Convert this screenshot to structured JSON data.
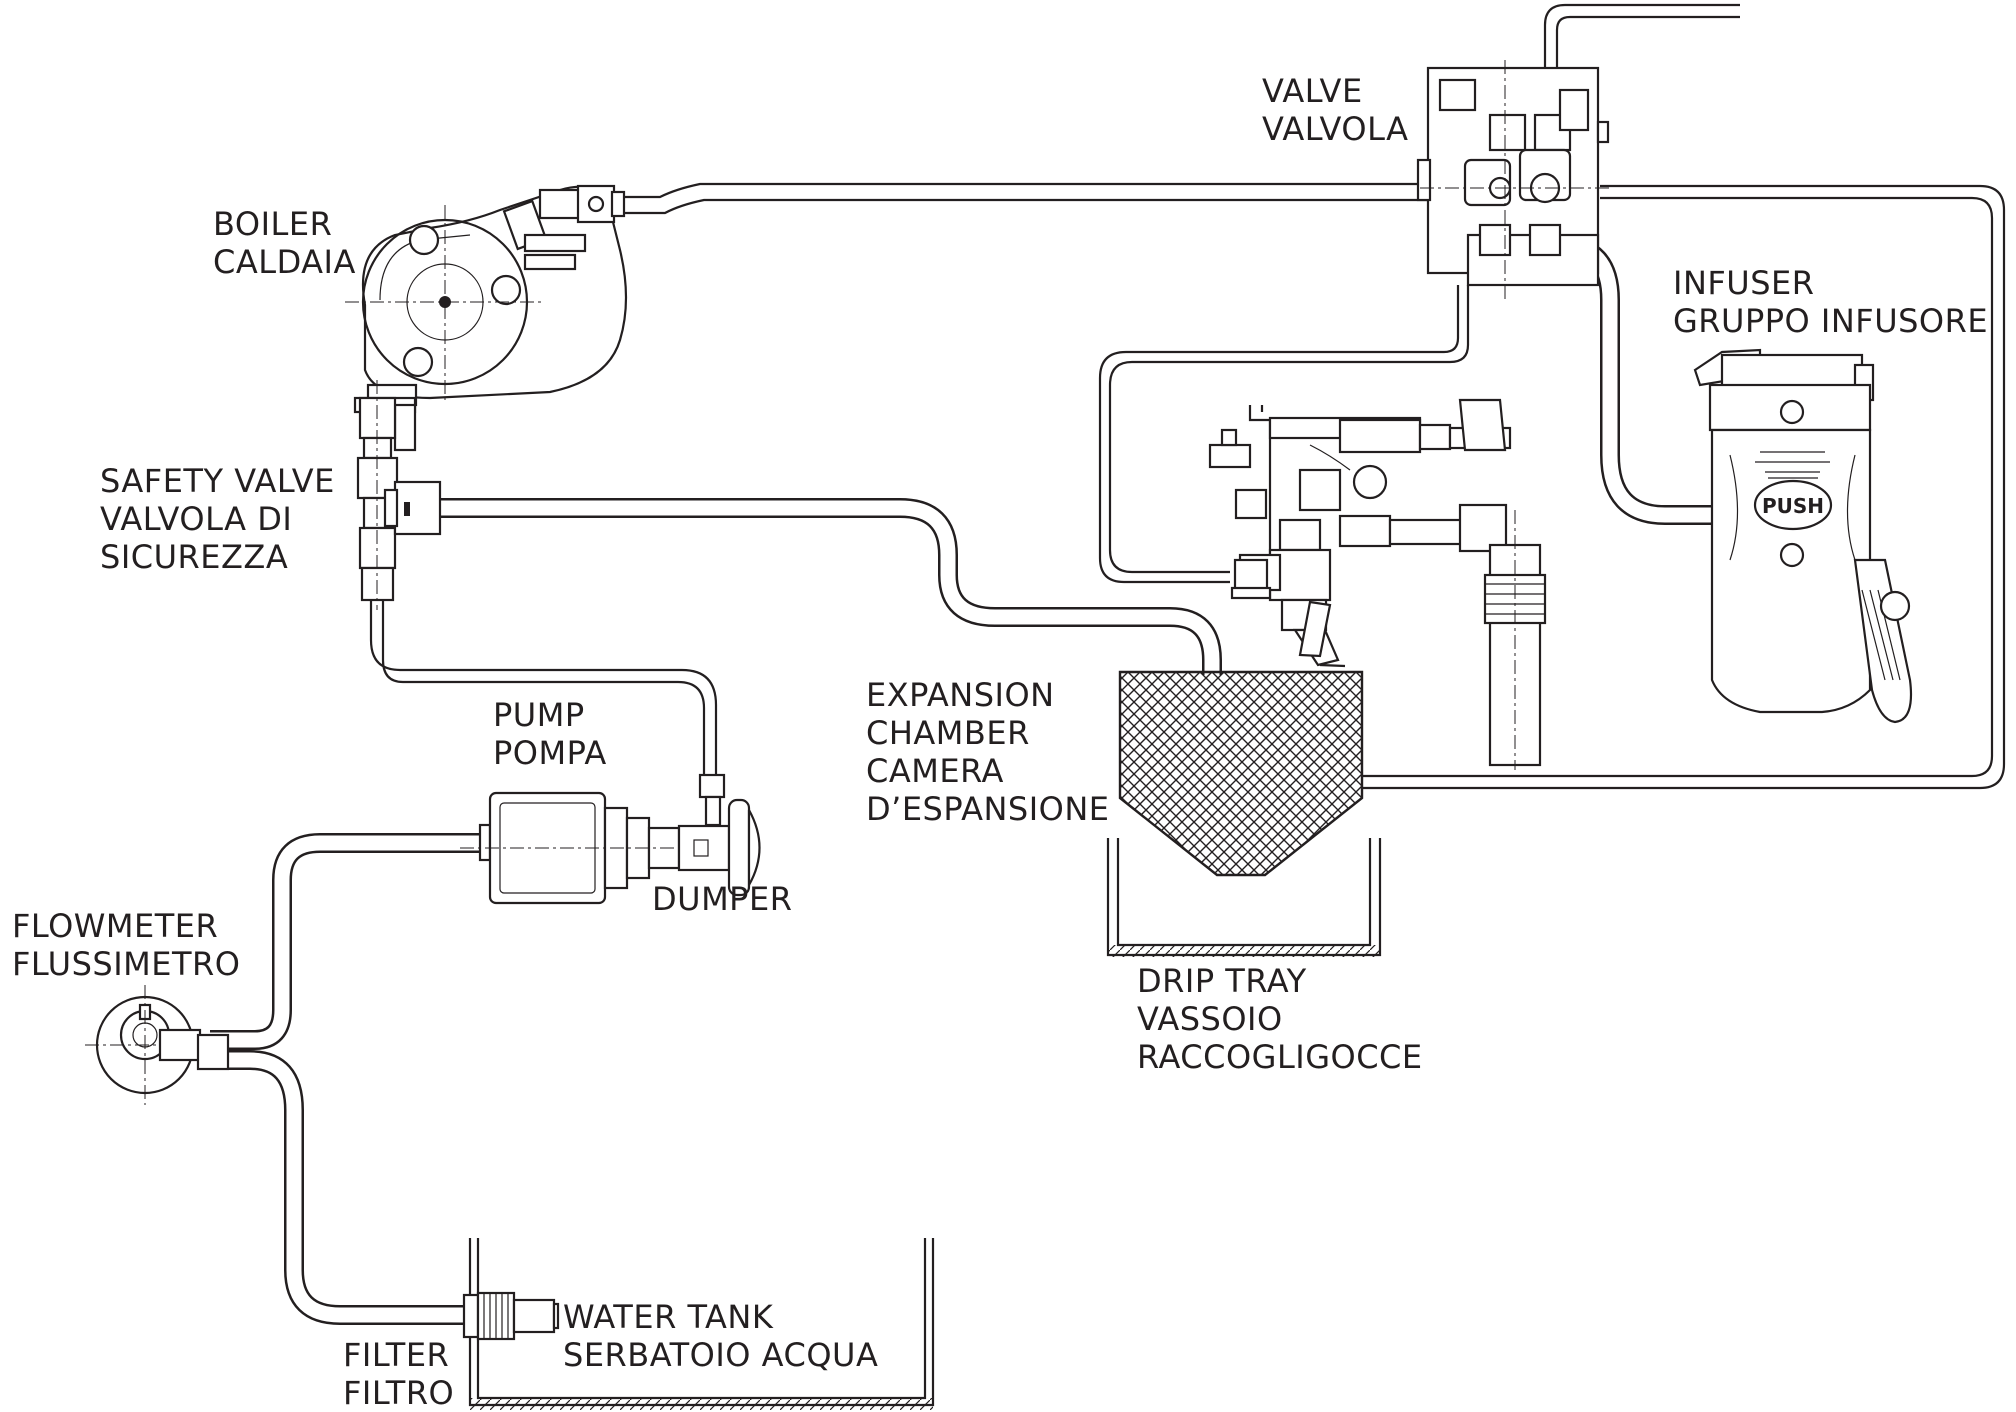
{
  "labels": {
    "boiler": [
      "BOILER",
      "CALDAIA"
    ],
    "valve": [
      "VALVE",
      "VALVOLA"
    ],
    "infuser": [
      "INFUSER",
      "GRUPPO INFUSORE"
    ],
    "safety_valve": [
      "SAFETY VALVE",
      "VALVOLA DI",
      "SICUREZZA"
    ],
    "pump": [
      "PUMP",
      "POMPA"
    ],
    "dumper": "DUMPER",
    "expansion_chamber": [
      "EXPANSION",
      "CHAMBER",
      "CAMERA",
      "D’ESPANSIONE"
    ],
    "drip_tray": [
      "DRIP TRAY",
      "VASSOIO",
      "RACCOGLIGOCCE"
    ],
    "flowmeter": [
      "FLOWMETER",
      "FLUSSIMETRO"
    ],
    "filter": [
      "FILTER",
      "FILTRO"
    ],
    "water_tank": [
      "WATER TANK",
      "SERBATOIO ACQUA"
    ]
  },
  "infuser_push_label": "PUSH",
  "colors": {
    "line": "#231f20",
    "background": "#ffffff"
  }
}
